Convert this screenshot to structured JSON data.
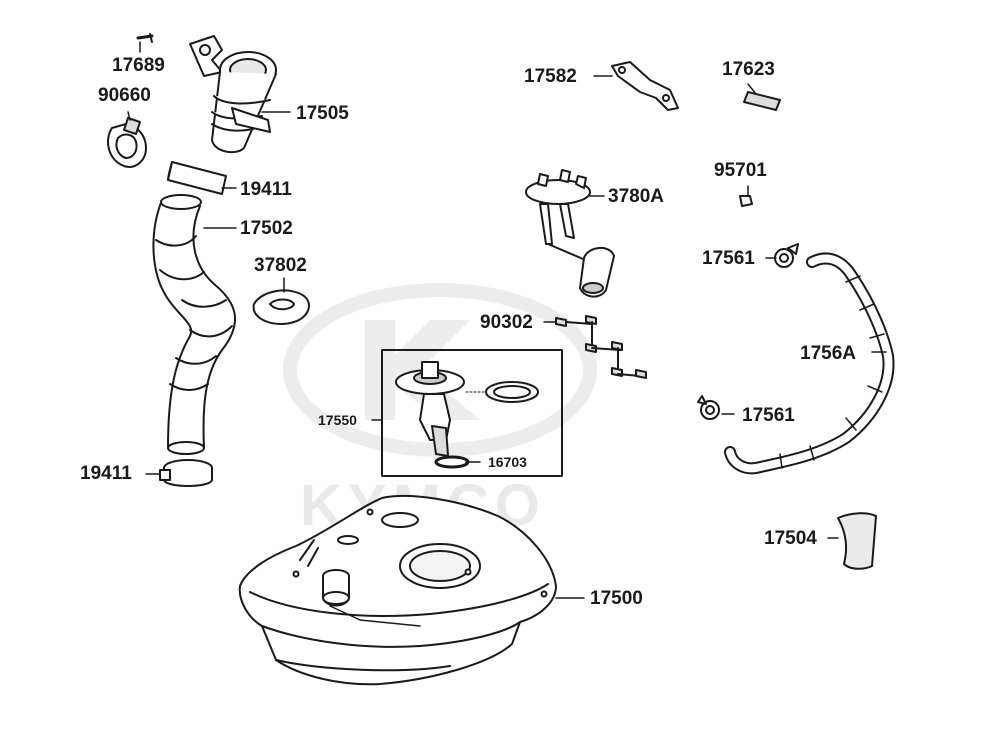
{
  "brand": {
    "watermark_text": "KYMCO",
    "watermark_color": "#e9e9e9"
  },
  "colors": {
    "line": "#1a1a1a",
    "part_fill": "#ffffff",
    "shade": "#cfcfcf"
  },
  "parts": [
    {
      "id": "p17689",
      "number": "17689",
      "name": "clip"
    },
    {
      "id": "p90660",
      "number": "90660",
      "name": "hose-clamp"
    },
    {
      "id": "p17505",
      "number": "17505",
      "name": "filler-neck"
    },
    {
      "id": "p19411a",
      "number": "19411",
      "name": "band-clamp-upper"
    },
    {
      "id": "p17502",
      "number": "17502",
      "name": "filler-hose"
    },
    {
      "id": "p37802",
      "number": "37802",
      "name": "gasket"
    },
    {
      "id": "p19411b",
      "number": "19411",
      "name": "band-clamp-lower"
    },
    {
      "id": "p17582",
      "number": "17582",
      "name": "bracket"
    },
    {
      "id": "p17623",
      "number": "17623",
      "name": "pad"
    },
    {
      "id": "p3780a",
      "number": "3780A",
      "name": "fuel-level-sender"
    },
    {
      "id": "p95701",
      "number": "95701",
      "name": "bolt"
    },
    {
      "id": "p17561a",
      "number": "17561",
      "name": "hose-clip-upper"
    },
    {
      "id": "p90302",
      "number": "90302",
      "name": "screws"
    },
    {
      "id": "p1756a",
      "number": "1756A",
      "name": "breather-hose"
    },
    {
      "id": "p17550",
      "number": "17550",
      "name": "fuel-pump-assembly"
    },
    {
      "id": "p16703",
      "number": "16703",
      "name": "pump-filter"
    },
    {
      "id": "p17561b",
      "number": "17561",
      "name": "hose-clip-lower"
    },
    {
      "id": "p17504",
      "number": "17504",
      "name": "cushion"
    },
    {
      "id": "p17500",
      "number": "17500",
      "name": "fuel-tank"
    }
  ]
}
